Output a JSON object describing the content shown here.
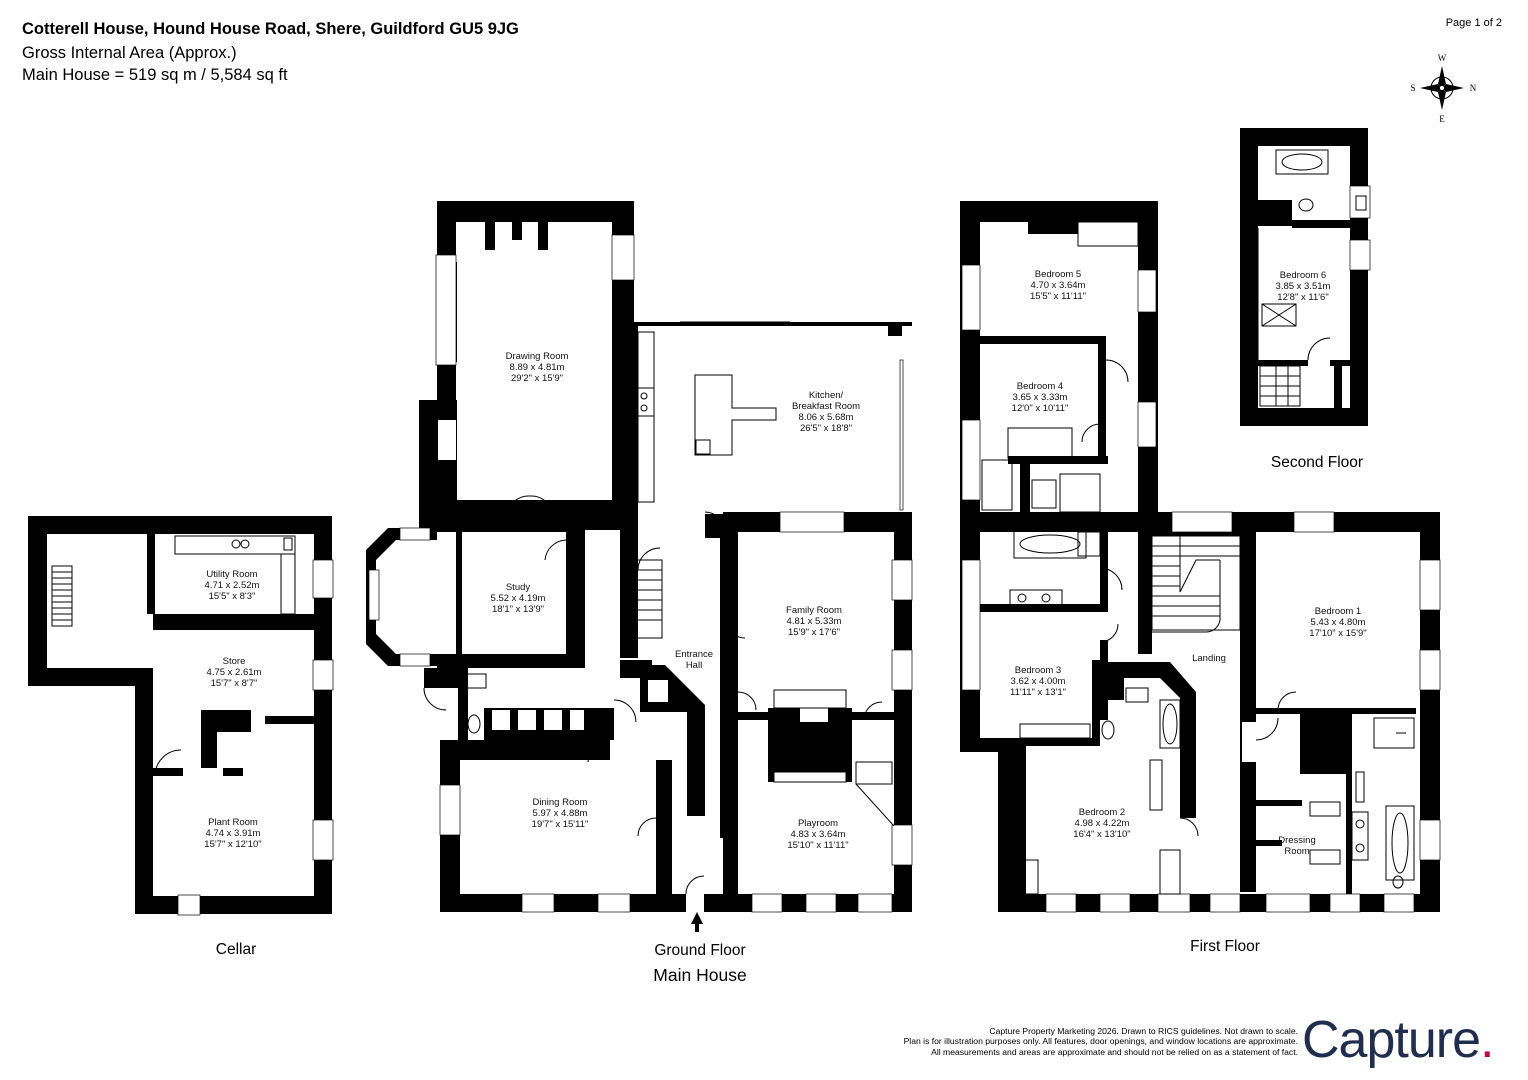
{
  "header": {
    "address": "Cotterell House, Hound House Road, Shere, Guildford GU5 9JG",
    "area_title": "Gross Internal Area (Approx.)",
    "area_value": "Main House = 519 sq m / 5,584 sq ft",
    "page": "Page 1 of 2"
  },
  "compass": {
    "n": "N",
    "s": "S",
    "e": "E",
    "w": "W"
  },
  "floors": {
    "cellar": "Cellar",
    "ground": "Ground Floor",
    "first": "First Floor",
    "second": "Second Floor",
    "main_house": "Main House"
  },
  "rooms": {
    "utility": {
      "name": "Utility Room",
      "metric": "4.71 x 2.52m",
      "imperial": "15'5\" x 8'3\""
    },
    "store": {
      "name": "Store",
      "metric": "4.75 x 2.61m",
      "imperial": "15'7\" x 8'7\""
    },
    "plant": {
      "name": "Plant Room",
      "metric": "4.74 x 3.91m",
      "imperial": "15'7\" x 12'10\""
    },
    "drawing": {
      "name": "Drawing Room",
      "metric": "8.89 x 4.81m",
      "imperial": "29'2\" x 15'9\""
    },
    "kitchen": {
      "name1": "Kitchen/",
      "name2": "Breakfast Room",
      "metric": "8.06 x 5.68m",
      "imperial": "26'5\" x 18'8\""
    },
    "study": {
      "name": "Study",
      "metric": "5.52 x 4.19m",
      "imperial": "18'1\" x 13'9\""
    },
    "entrance": {
      "name1": "Entrance",
      "name2": "Hall"
    },
    "family": {
      "name": "Family Room",
      "metric": "4.81 x 5.33m",
      "imperial": "15'9\" x 17'6\""
    },
    "dining": {
      "name": "Dining Room",
      "metric": "5.97 x 4.88m",
      "imperial": "19'7\" x 15'11\""
    },
    "playroom": {
      "name": "Playroom",
      "metric": "4.83 x 3.64m",
      "imperial": "15'10\" x 11'11\""
    },
    "bed5": {
      "name": "Bedroom 5",
      "metric": "4.70 x 3.64m",
      "imperial": "15'5\" x 11'11\""
    },
    "bed4": {
      "name": "Bedroom 4",
      "metric": "3.65 x 3.33m",
      "imperial": "12'0\" x 10'11\""
    },
    "bed3": {
      "name": "Bedroom 3",
      "metric": "3.62 x 4.00m",
      "imperial": "11'11\" x 13'1\""
    },
    "landing": {
      "name": "Landing"
    },
    "bed1": {
      "name": "Bedroom 1",
      "metric": "5.43 x 4.80m",
      "imperial": "17'10\" x 15'9\""
    },
    "bed2": {
      "name": "Bedroom 2",
      "metric": "4.98 x 4.22m",
      "imperial": "16'4\" x 13'10\""
    },
    "dressing": {
      "name1": "Dressing",
      "name2": "Room"
    },
    "bed6": {
      "name": "Bedroom 6",
      "metric": "3.85 x 3.51m",
      "imperial": "12'8\" x 11'6\""
    }
  },
  "footer": {
    "line1": "Capture Property Marketing 2026. Drawn to RICS guidelines.  Not drawn to scale.",
    "line2": "Plan is for illustration purposes only. All features, door openings, and window locations are approximate.",
    "line3": "All measurements and areas are approximate and should not be relied on as a statement of fact."
  },
  "logo": {
    "text": "Capture",
    "dot": ".",
    "text_color": "#1f2d4e",
    "dot_color": "#c6004f"
  }
}
